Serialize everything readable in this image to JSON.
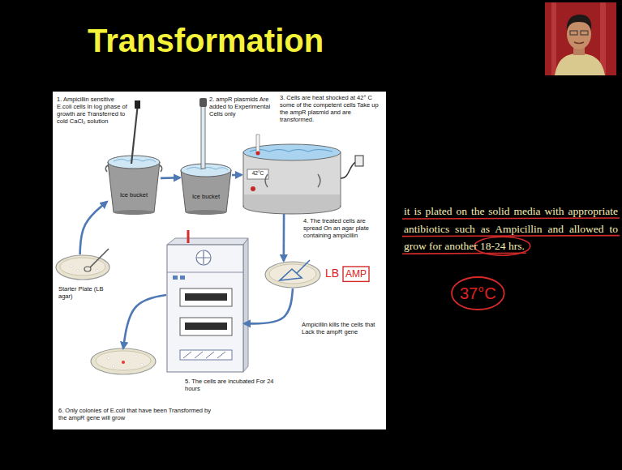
{
  "diagram": {
    "title": "Transformation",
    "nodes": [
      {
        "text": [
          "Starter Plate (LB agar)"
        ]
      },
      {
        "text": [
          "1. Ampicillin sensitive E.coli cells In log phase of growth are Transferred to cold CaCl₂ solution",
          "Ice bucket"
        ]
      },
      {
        "text": [
          "2. ampR plasmids Are added to Experimental Cells only",
          "Ice bucket"
        ]
      },
      {
        "text": [
          "3. Cells are heat shocked at 42° C some of the competent cells Take up the ampR plasmid and are transformed.",
          "42°C"
        ]
      },
      {
        "text": [
          "4. The treated cells are spread On an agar plate containing ampicillin",
          "Ampicillin kills the cells that Lack the ampR gene"
        ]
      },
      {
        "text": [
          "5. The cells are incubated For 24 hours"
        ]
      },
      {
        "text": [
          "6. Only colonies of E.coli that have been Transformed by the ampR gene will grow"
        ]
      }
    ],
    "edges": [
      {
        "from": 0,
        "to": 1,
        "arrow": "to"
      },
      {
        "from": 1,
        "to": 2,
        "arrow": "to"
      },
      {
        "from": 2,
        "to": 3,
        "arrow": "to"
      },
      {
        "from": 3,
        "to": 4,
        "arrow": "to"
      },
      {
        "from": 4,
        "to": 5,
        "arrow": "to"
      },
      {
        "from": 5,
        "to": 6,
        "arrow": "to"
      }
    ],
    "labels": [
      "it is plated on the solid media with appropriate antibiotics such as Ampicillin and allowed to grow for another 18-24 hrs.",
      "LB",
      "AMP",
      "37°C"
    ]
  }
}
